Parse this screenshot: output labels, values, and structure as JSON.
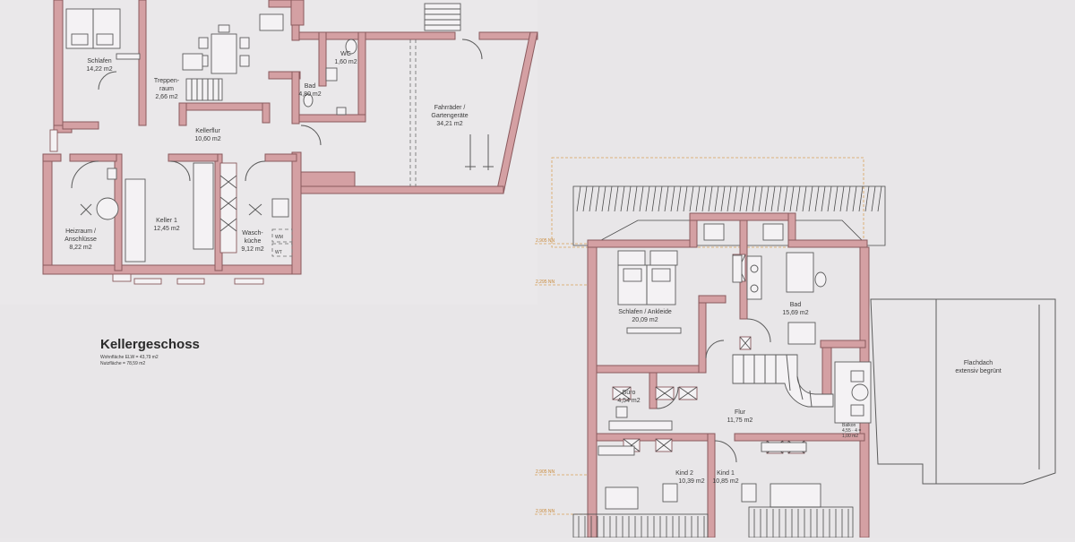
{
  "basement": {
    "title": "Kellergeschoss",
    "area_lines": [
      "Wohnfläche ELW = 43,79 m2",
      "Nutzfläche      = 78,59 m2"
    ],
    "rooms": [
      {
        "name": "Schlafen",
        "area": "14,22 m2"
      },
      {
        "name": "Treppen-",
        "name2": "raum",
        "area": "2,66 m2"
      },
      {
        "name": "WC",
        "area": "1,60 m2"
      },
      {
        "name": "Bad",
        "area": "4,80 m2"
      },
      {
        "name": "Fahrräder /",
        "name2": "Gartengeräte",
        "area": "34,21 m2"
      },
      {
        "name": "Kellerflur",
        "area": "10,60 m2"
      },
      {
        "name": "Heizraum /",
        "name2": "Anschlüsse",
        "area": "8,22 m2"
      },
      {
        "name": "Keller 1",
        "area": "12,45 m2"
      },
      {
        "name": "Wasch-",
        "name2": "küche",
        "area": "9,12 m2"
      }
    ],
    "appliances": [
      "WM",
      "WT"
    ]
  },
  "upper": {
    "rooms": [
      {
        "name": "Schlafen / Ankleide",
        "area": "20,09 m2"
      },
      {
        "name": "Bad",
        "area": "15,69 m2"
      },
      {
        "name": "Büro",
        "area": "4,54 m2"
      },
      {
        "name": "Flur",
        "area": "11,75 m2"
      },
      {
        "name": "Kind 2",
        "area": "10,39 m2"
      },
      {
        "name": "Kind 1",
        "area": "10,85 m2"
      }
    ],
    "balcony": [
      "Balkon",
      "4,55 · 4 =",
      "1,00 m2"
    ],
    "flat_roof": [
      "Flachdach",
      "extensiv begrünt"
    ],
    "levels": [
      "2,905 NN",
      "2,295 NN",
      "2,905 NN",
      "2,905 NN"
    ]
  }
}
